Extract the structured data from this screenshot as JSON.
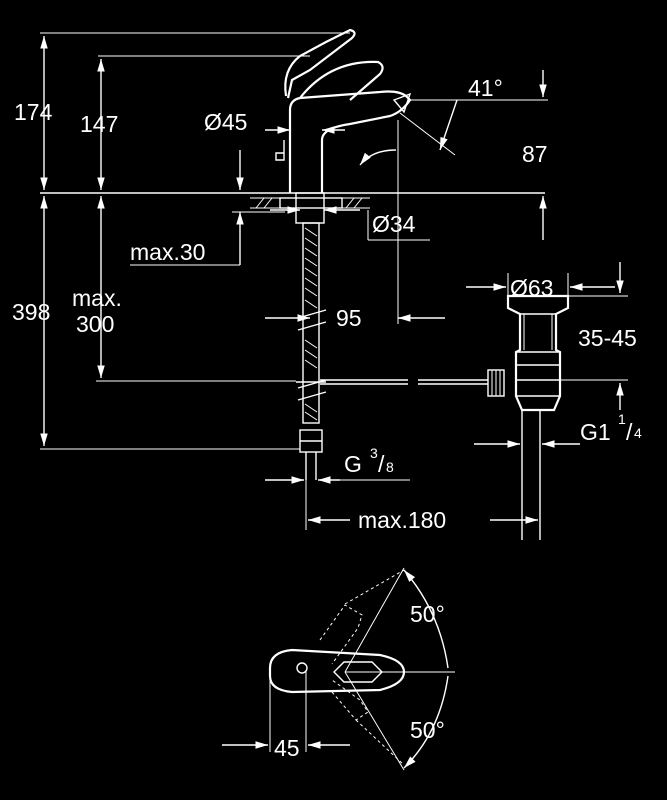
{
  "dimensions": {
    "d174": "174",
    "d147": "147",
    "d45": "Ø45",
    "d41": "41°",
    "d87": "87",
    "d34": "Ø34",
    "max30": "max.30",
    "d398": "398",
    "max300_a": "max.",
    "max300_b": "300",
    "d95": "95",
    "d63": "Ø63",
    "d35_45": "35-45",
    "g114_base": "G1",
    "g114_num": "1",
    "g114_den": "4",
    "g38_base": "G",
    "g38_num": "3",
    "g38_den": "8",
    "max180": "max.180",
    "ang50_top": "50°",
    "ang50_bot": "50°",
    "top45": "45"
  },
  "colors": {
    "background": "#000000",
    "line": "#ffffff"
  }
}
